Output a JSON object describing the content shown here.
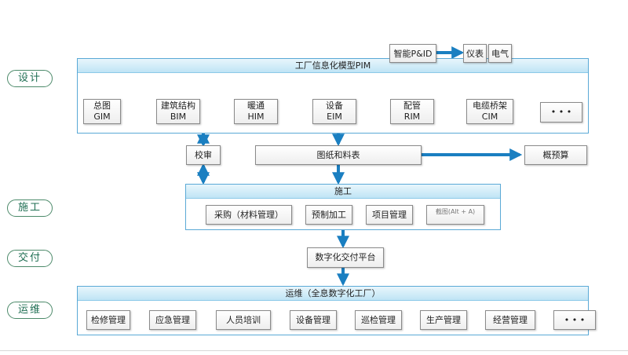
{
  "phases": {
    "design": "设计",
    "construction": "施工",
    "delivery": "交付",
    "operation": "运维"
  },
  "pim": {
    "title": "工厂信息化模型PIM",
    "items": [
      {
        "line1": "总图",
        "line2": "GIM"
      },
      {
        "line1": "建筑结构",
        "line2": "BIM"
      },
      {
        "line1": "暖通",
        "line2": "HIM"
      },
      {
        "line1": "设备",
        "line2": "EIM"
      },
      {
        "line1": "配管",
        "line2": "RIM"
      },
      {
        "line1": "电缆桥架",
        "line2": "CIM"
      }
    ],
    "more": "• • •"
  },
  "top_boxes": {
    "pid": "智能P&ID",
    "instrument": "仪表",
    "electrical": "电气"
  },
  "review": "校审",
  "drawings": "图纸和料表",
  "budget": "概预算",
  "construction": {
    "title": "施工",
    "items": [
      "采购（材料管理）",
      "预制加工",
      "项目管理"
    ],
    "screenshot_tip": "截图(Alt + A)"
  },
  "delivery_platform": "数字化交付平台",
  "operation": {
    "title": "运维（全息数字化工厂）",
    "items": [
      "检修管理",
      "应急管理",
      "人员培训",
      "设备管理",
      "巡检管理",
      "生产管理",
      "经营管理"
    ],
    "more": "• • •"
  },
  "colors": {
    "arrow": "#1a7fc1",
    "panel_border": "#5aa9d6",
    "phase_border": "#4c8a6a"
  }
}
